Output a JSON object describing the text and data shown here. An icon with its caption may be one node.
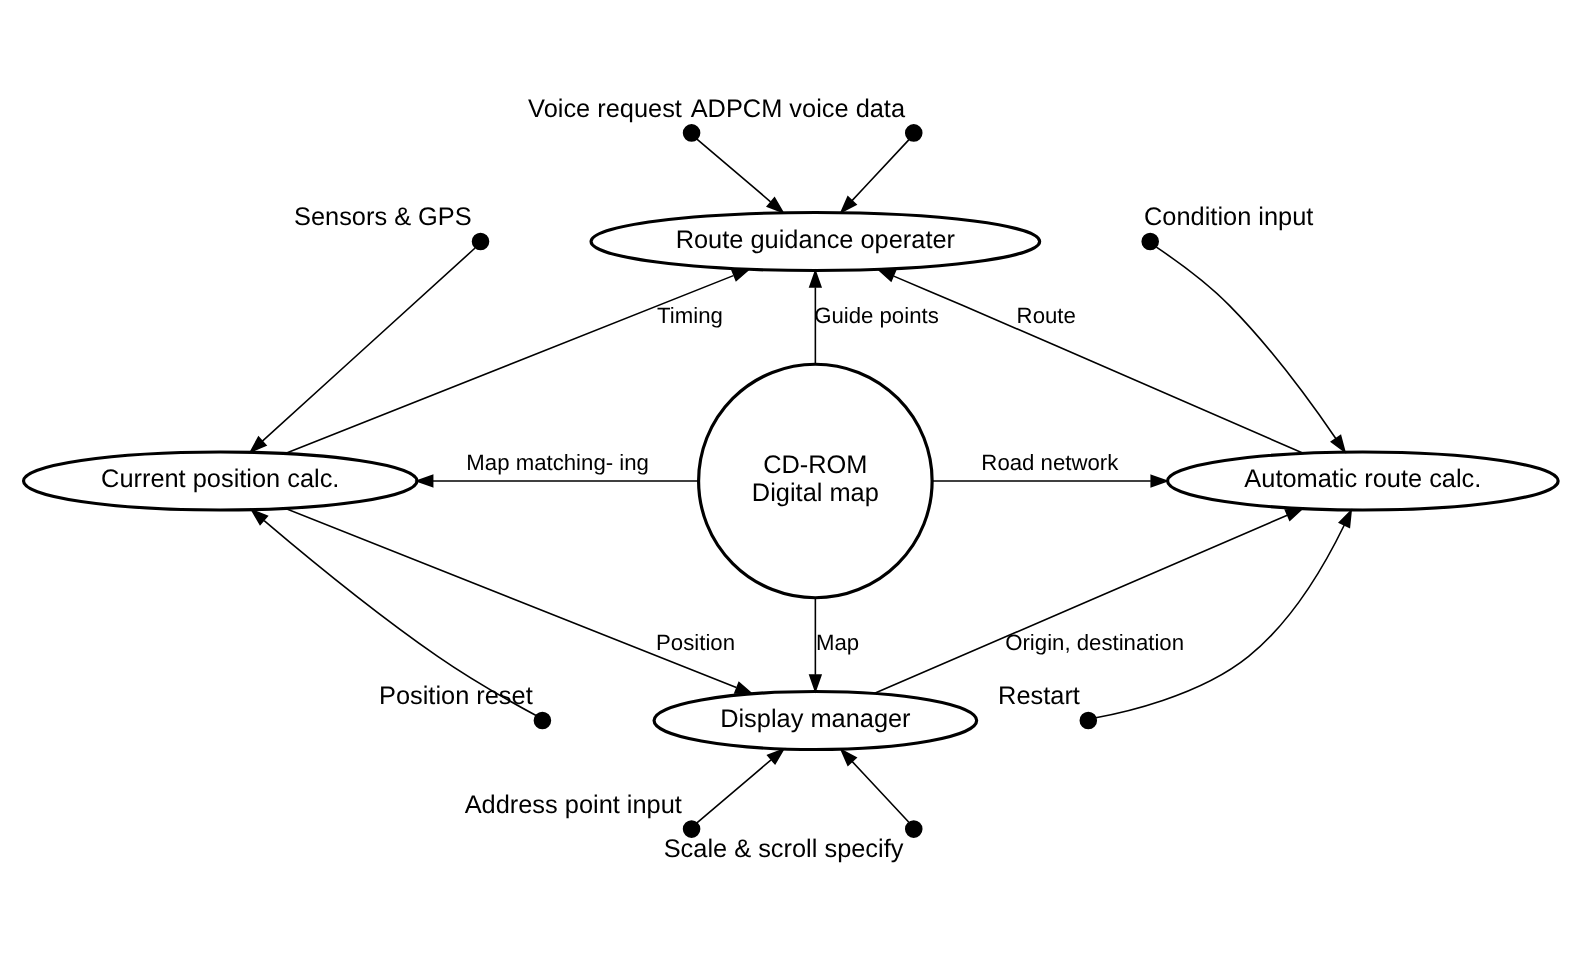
{
  "diagram": {
    "nodes": [
      {
        "text": [
          "Route guidance operater"
        ]
      },
      {
        "text": [
          "CD-ROM",
          "Digital map"
        ]
      },
      {
        "text": [
          "Current position calc."
        ]
      },
      {
        "text": [
          "Automatic route calc."
        ]
      },
      {
        "text": [
          "Display manager"
        ]
      },
      {
        "text": [
          "Voice request"
        ]
      },
      {
        "text": [
          "ADPCM voice data"
        ]
      },
      {
        "text": [
          "Sensors & GPS"
        ]
      },
      {
        "text": [
          "Condition input"
        ]
      },
      {
        "text": [
          "Position reset"
        ]
      },
      {
        "text": [
          "Restart"
        ]
      },
      {
        "text": [
          "Address point input"
        ]
      },
      {
        "text": [
          "Scale & scroll specify"
        ]
      }
    ],
    "edges": [
      {
        "from": 5,
        "to": 0,
        "arrow": "to"
      },
      {
        "from": 6,
        "to": 0,
        "arrow": "to"
      },
      {
        "from": 7,
        "to": 2,
        "arrow": "to"
      },
      {
        "from": 8,
        "to": 3,
        "arrow": "to"
      },
      {
        "from": 2,
        "to": 0,
        "arrow": "to",
        "label": "Timing"
      },
      {
        "from": 1,
        "to": 0,
        "arrow": "to",
        "label": "Guide points"
      },
      {
        "from": 3,
        "to": 0,
        "arrow": "to",
        "label": "Route"
      },
      {
        "from": 1,
        "to": 2,
        "arrow": "to",
        "label": "Map matching- ing"
      },
      {
        "from": 1,
        "to": 3,
        "arrow": "to",
        "label": "Road network"
      },
      {
        "from": 1,
        "to": 4,
        "arrow": "to",
        "label": "Map"
      },
      {
        "from": 2,
        "to": 4,
        "arrow": "to",
        "label": "Position"
      },
      {
        "from": 4,
        "to": 3,
        "arrow": "to",
        "label": "Origin, destination"
      },
      {
        "from": 9,
        "to": 2,
        "arrow": "to"
      },
      {
        "from": 10,
        "to": 3,
        "arrow": "to"
      },
      {
        "from": 11,
        "to": 4,
        "arrow": "to"
      },
      {
        "from": 12,
        "to": 4,
        "arrow": "to"
      }
    ]
  }
}
